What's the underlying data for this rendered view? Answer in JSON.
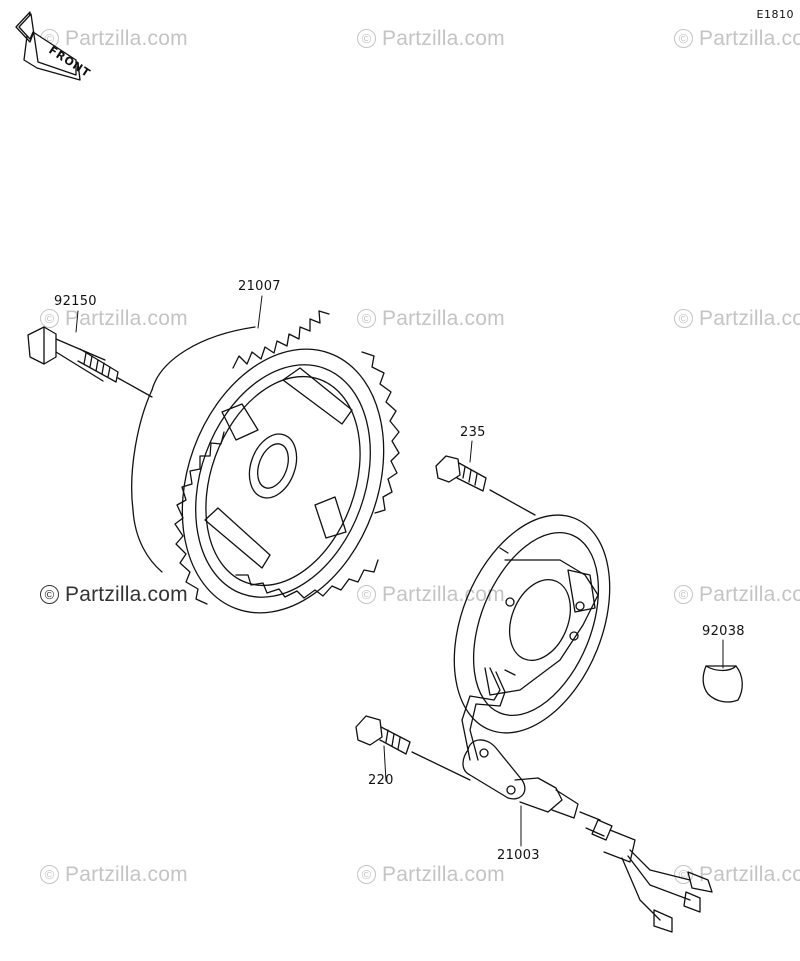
{
  "diagram_code": "E1810",
  "front_badge": "FRONT",
  "watermark_text": "Partzilla.com",
  "watermark_symbol": "©",
  "parts": [
    {
      "id": "p-92150",
      "number": "92150"
    },
    {
      "id": "p-21007",
      "number": "21007"
    },
    {
      "id": "p-235",
      "number": "235"
    },
    {
      "id": "p-92038",
      "number": "92038"
    },
    {
      "id": "p-220",
      "number": "220"
    },
    {
      "id": "p-21003",
      "number": "21003"
    }
  ],
  "colors": {
    "line": "#111111",
    "watermark": "#c4c4c4",
    "background": "#ffffff"
  }
}
